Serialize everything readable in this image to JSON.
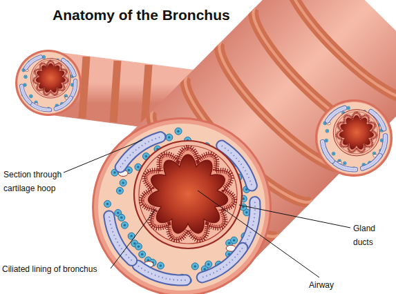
{
  "diagram": {
    "title": "Anatomy of the Bronchus",
    "labels": [
      "Section through cartilage hoop",
      "Ciliated lining of bronchus",
      "Gland ducts",
      "Airway"
    ]
  }
}
